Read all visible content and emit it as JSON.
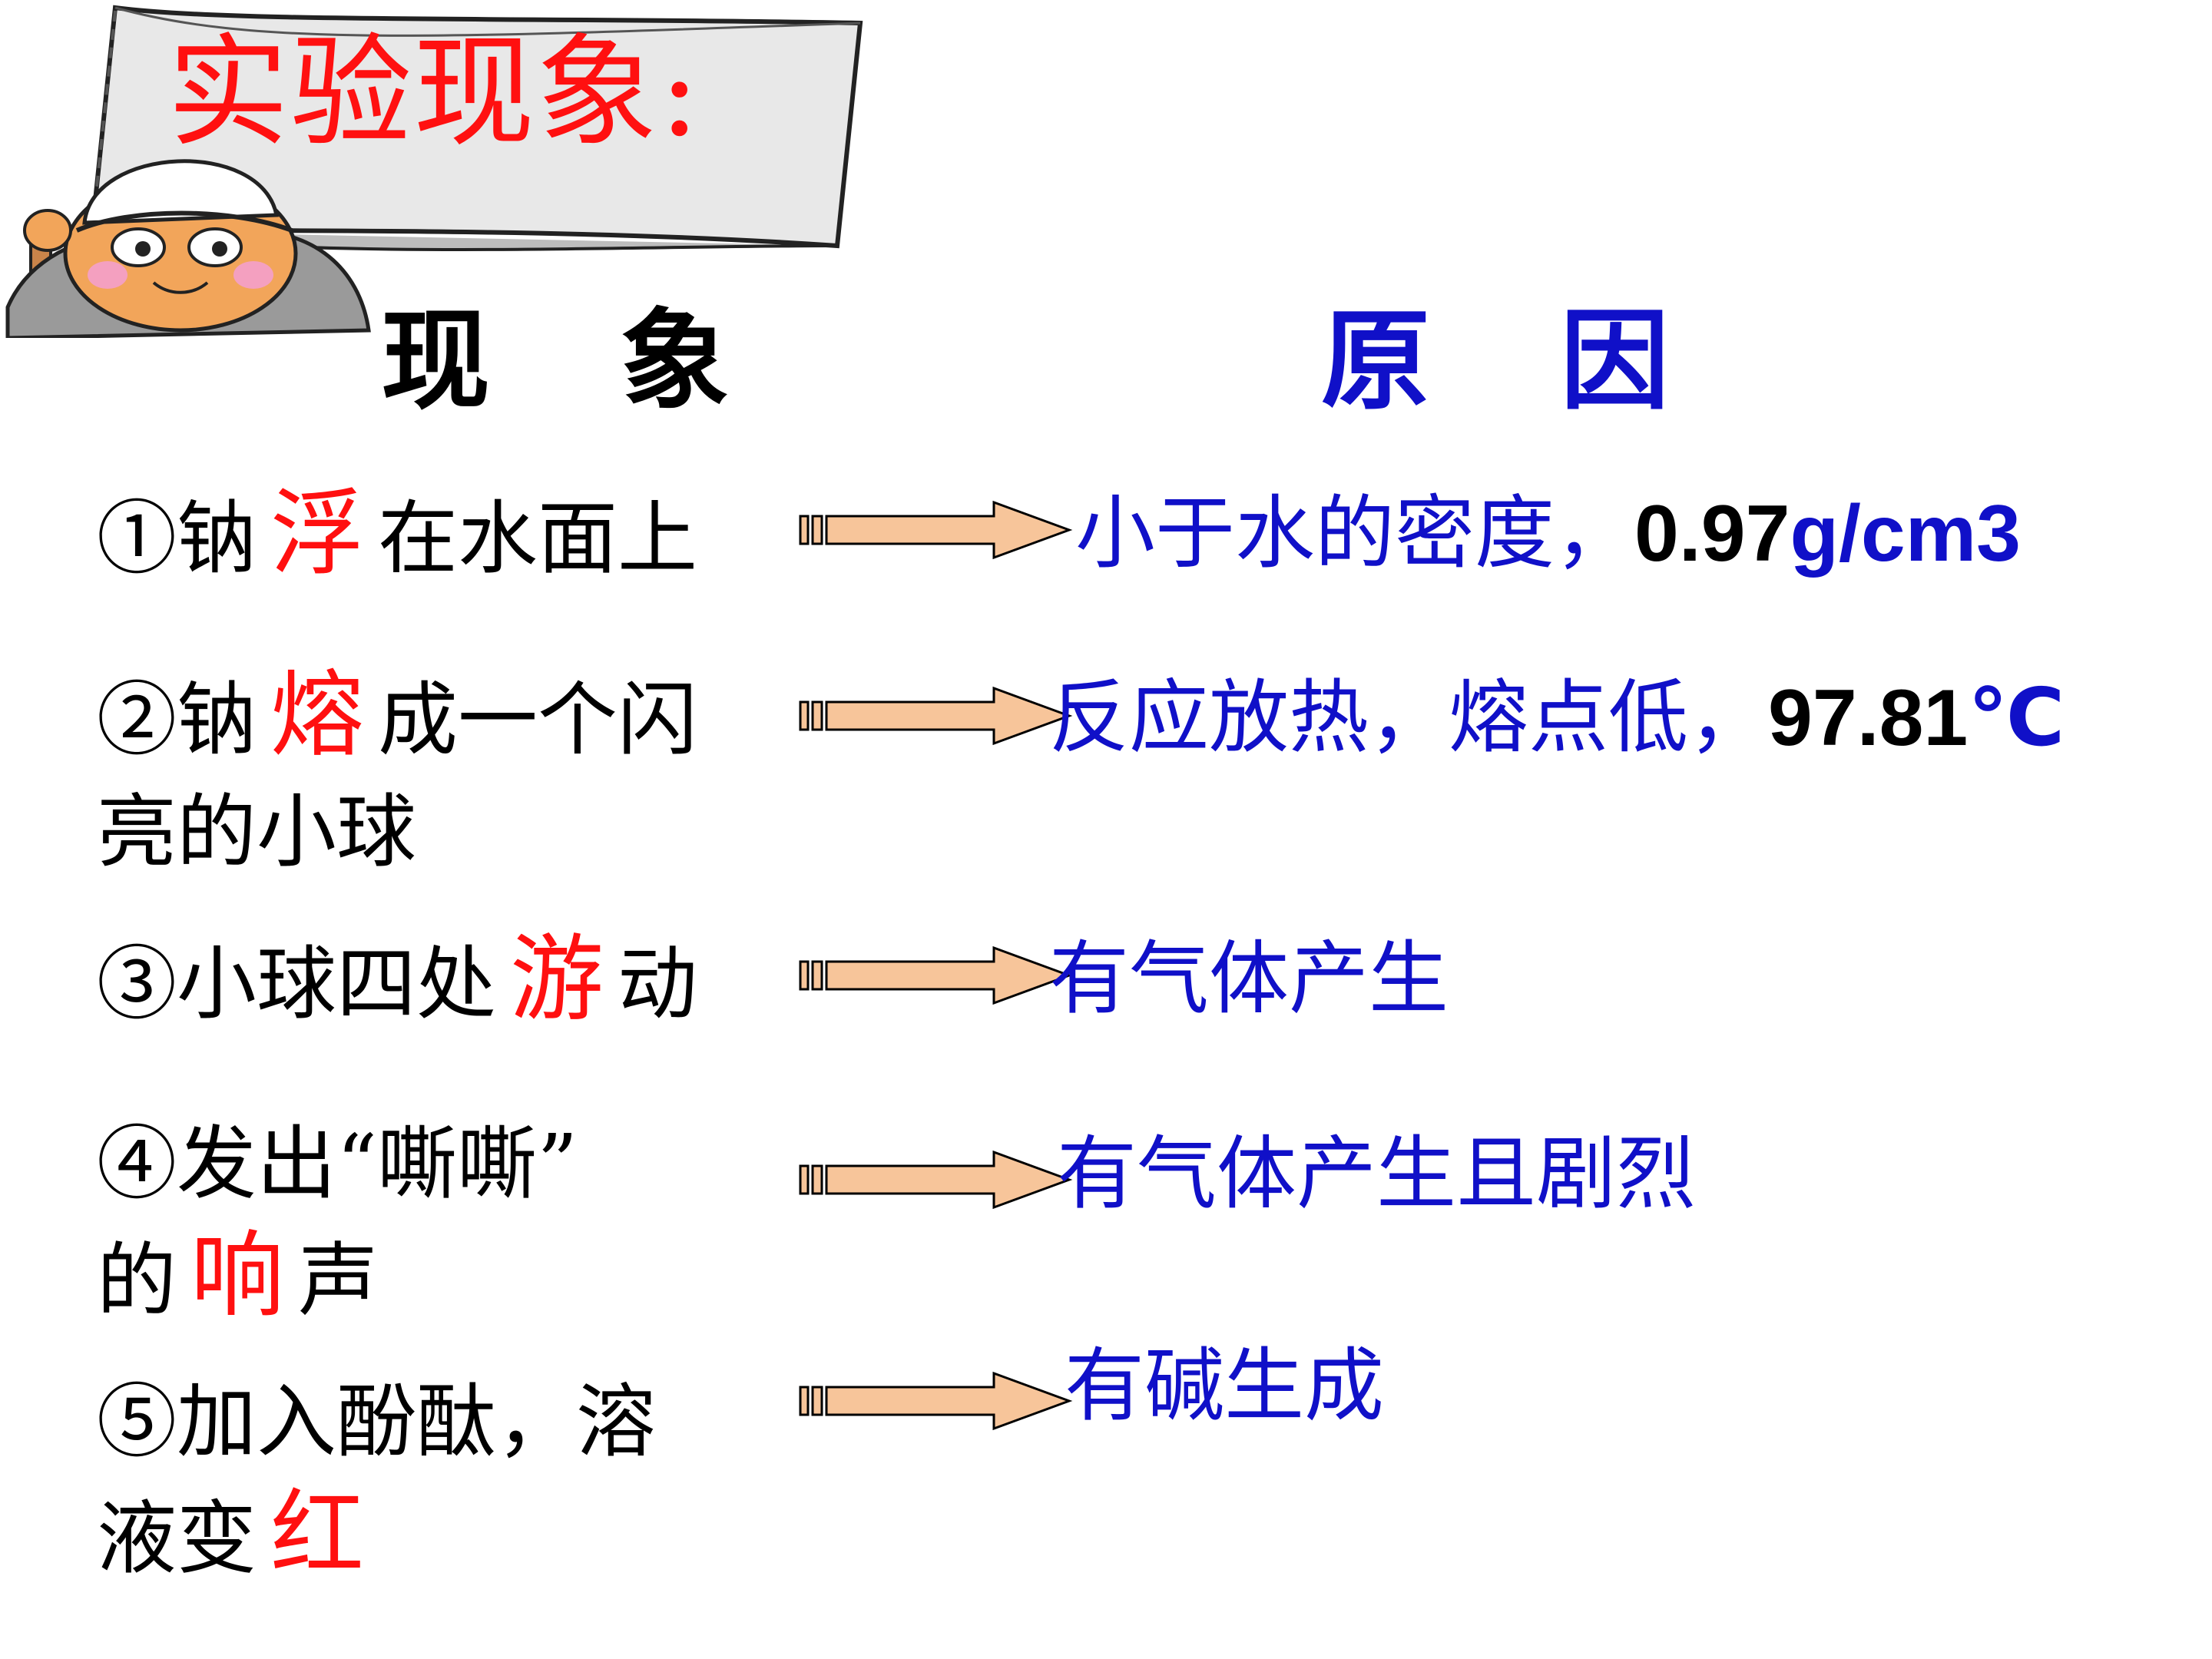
{
  "slide": {
    "title": "实验现象:",
    "headers": {
      "phenomenon": "现 象",
      "reason": "原 因"
    },
    "rows": [
      {
        "phenomenon_pre": "①钠",
        "keyword": "浮",
        "phenomenon_post": "在水面上",
        "phenomenon_line2": "",
        "reason_text": "小于水的密度，",
        "reason_num": "0.97",
        "reason_unit": "g/cm3"
      },
      {
        "phenomenon_pre": "②钠",
        "keyword": "熔",
        "phenomenon_post": "成一个闪",
        "phenomenon_line2": "亮的小球",
        "reason_text": "反应放热，熔点低，",
        "reason_num": "97.81",
        "reason_unit": "℃"
      },
      {
        "phenomenon_pre": "③小球四处",
        "keyword": "游",
        "phenomenon_post": "动",
        "phenomenon_line2": "",
        "reason_text": "有气体产生",
        "reason_num": "",
        "reason_unit": ""
      },
      {
        "phenomenon_pre": "④发出“嘶嘶”",
        "keyword": "响",
        "phenomenon_post": "声",
        "phenomenon_line2_pre": "的",
        "reason_text": "有气体产生且剧烈",
        "reason_num": "",
        "reason_unit": ""
      },
      {
        "phenomenon_pre": "⑤加入酚酞，溶",
        "phenomenon_line2_pre": "液变",
        "keyword": "红",
        "phenomenon_post": "",
        "reason_text": "有碱生成",
        "reason_num": "",
        "reason_unit": ""
      }
    ]
  },
  "colors": {
    "title": "#ff1010",
    "keyword": "#ff1010",
    "reason": "#1010c8",
    "phenomenon": "#000000",
    "arrow_fill": "#f7c59a",
    "arrow_stroke": "#000000"
  },
  "icons": [
    "cartoon-scientist-icon",
    "arrow-right-icon"
  ]
}
